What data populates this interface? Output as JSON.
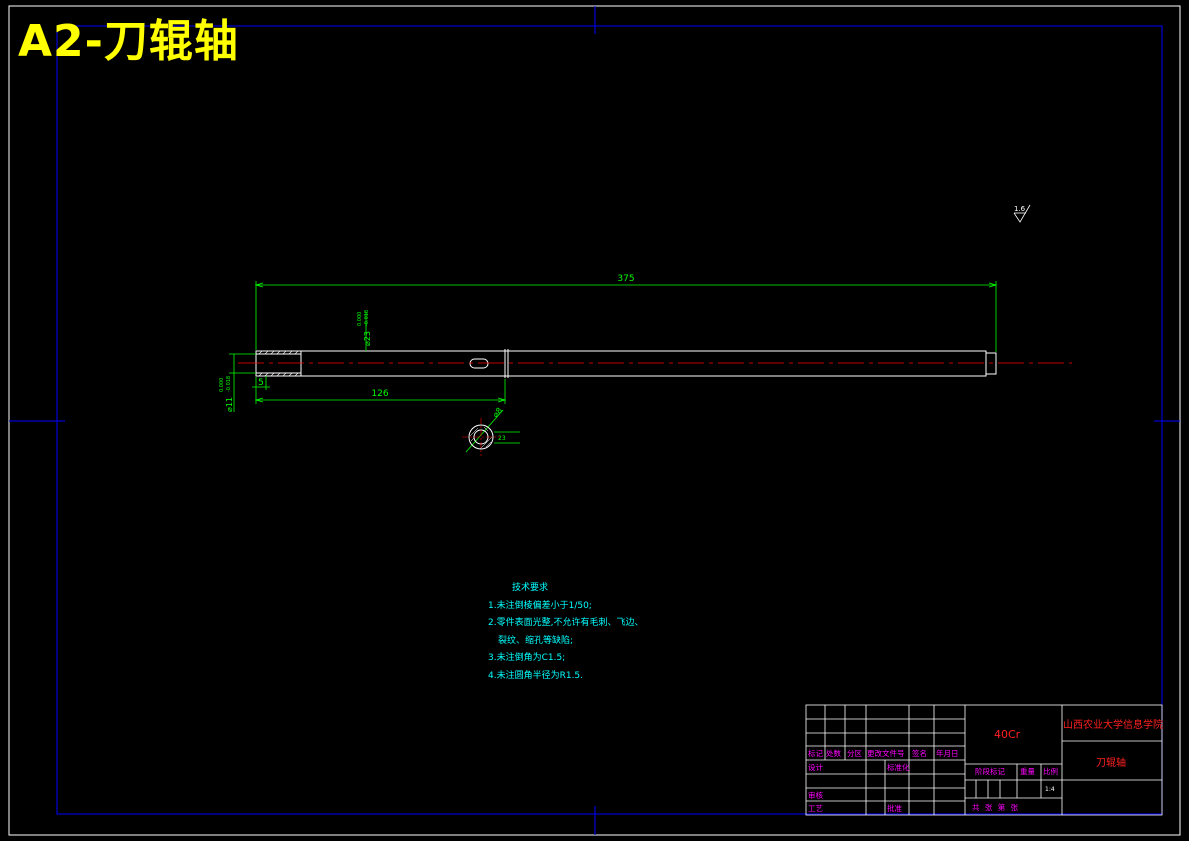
{
  "sheet_title": "A2-刀辊轴",
  "dimensions": {
    "overall_length": "375",
    "length_126": "126",
    "length_5": "5",
    "dia_23": "⌀23",
    "dia_23_tol_upper": "0.000",
    "dia_23_tol_lower": "-0.018",
    "dia_11": "⌀11",
    "dia_11_tol_upper": "0.000",
    "dia_11_tol_lower": "-0.018",
    "hole_dia": "⌀8",
    "section_dim": "23"
  },
  "surface_roughness": "1.6",
  "technical_requirements": {
    "title": "技术要求",
    "items": [
      "1.未注倒棱偏差小于1/50;",
      "2.零件表面光整,不允许有毛刺、飞边、",
      "裂纹、缩孔等缺陷;",
      "3.未注倒角为C1.5;",
      "4.未注圆角半径为R1.5."
    ]
  },
  "title_block": {
    "material": "40Cr",
    "school": "山西农业大学信息学院",
    "part_name": "刀辊轴",
    "scale": "1:4",
    "labels": {
      "mark": "标记",
      "count": "处数",
      "zone": "分区",
      "change_doc": "更改文件号",
      "signature": "签名",
      "date": "年月日",
      "design": "设计",
      "standardize": "标准化",
      "review": "审核",
      "process": "工艺",
      "approve": "批准",
      "stage_mark": "阶段标记",
      "weight": "重量",
      "ratio": "比例",
      "sheets": "共 张 第 张"
    }
  },
  "colors": {
    "border": "#0000ff",
    "outline": "#ffffff",
    "dimension": "#00ff00",
    "centerline": "#ff0000",
    "title": "#ffff00",
    "tech_text": "#00ffff",
    "title_block_text": "#ff00ff"
  }
}
